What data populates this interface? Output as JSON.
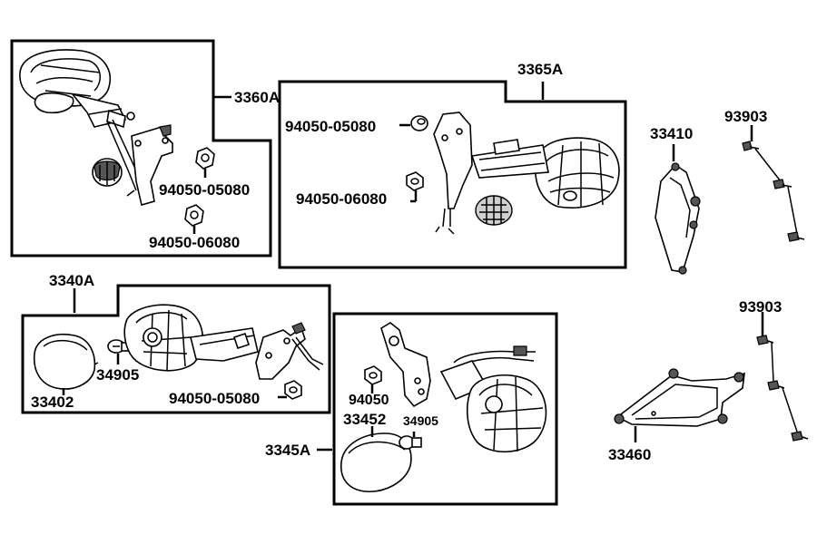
{
  "labels": {
    "l_3360A": "3360A",
    "l_94050_05080_a": "94050-05080",
    "l_94050_06080_a": "94050-06080",
    "l_3365A": "3365A",
    "l_94050_05080_b": "94050-05080",
    "l_94050_06080_b": "94050-06080",
    "l_33410": "33410",
    "l_93903_a": "93903",
    "l_3340A": "3340A",
    "l_34905_a": "34905",
    "l_33402": "33402",
    "l_94050_05080_c": "94050-05080",
    "l_94050": "94050",
    "l_33452": "33452",
    "l_34905_b": "34905",
    "l_3345A": "3345A",
    "l_93903_b": "93903",
    "l_33460": "33460"
  }
}
